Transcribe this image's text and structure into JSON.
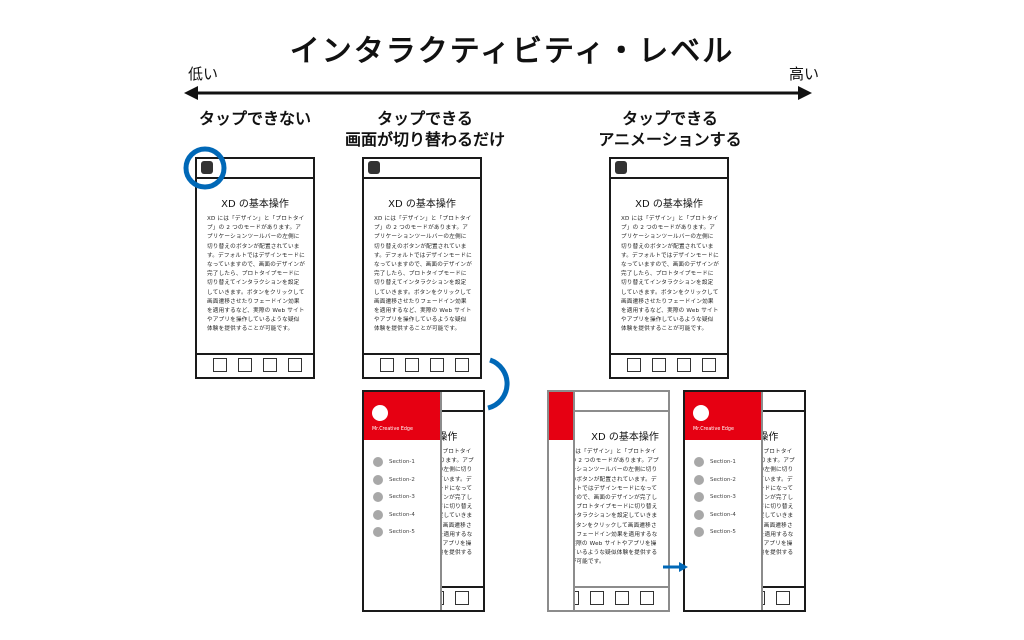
{
  "title": "インタラクティビティ・レベル",
  "scale": {
    "low": "低い",
    "high": "高い"
  },
  "columns": [
    {
      "line1": "タップできない",
      "line2": ""
    },
    {
      "line1": "タップできる",
      "line2": "画面が切り替わるだけ"
    },
    {
      "line1": "タップできる",
      "line2": "アニメーションする"
    }
  ],
  "mockup": {
    "title": "XD の基本操作",
    "body": "XD には「デザイン」と「プロトタイプ」の 2 つのモードがあります。アプリケーションツールバーの左側に切り替えのボタンが配置されています。デフォルトではデザインモードになっていますので、画面のデザインが完了したら、プロトタイプモードに切り替えてインタラクションを設定していきます。ボタンをクリックして画面遷移させたりフェードイン効果を適用するなど、実際の Web サイトやアプリを操作しているような疑似体験を提供することが可能です。"
  },
  "drawer": {
    "brand": "Mr.Creative Edge",
    "sections": [
      "Section-1",
      "Section-2",
      "Section-3",
      "Section-4",
      "Section-5"
    ]
  },
  "colors": {
    "accent": "#e60012",
    "highlight": "#0068b7",
    "frame": "#1a1a1a",
    "frame_gray": "#8c8c8c"
  }
}
